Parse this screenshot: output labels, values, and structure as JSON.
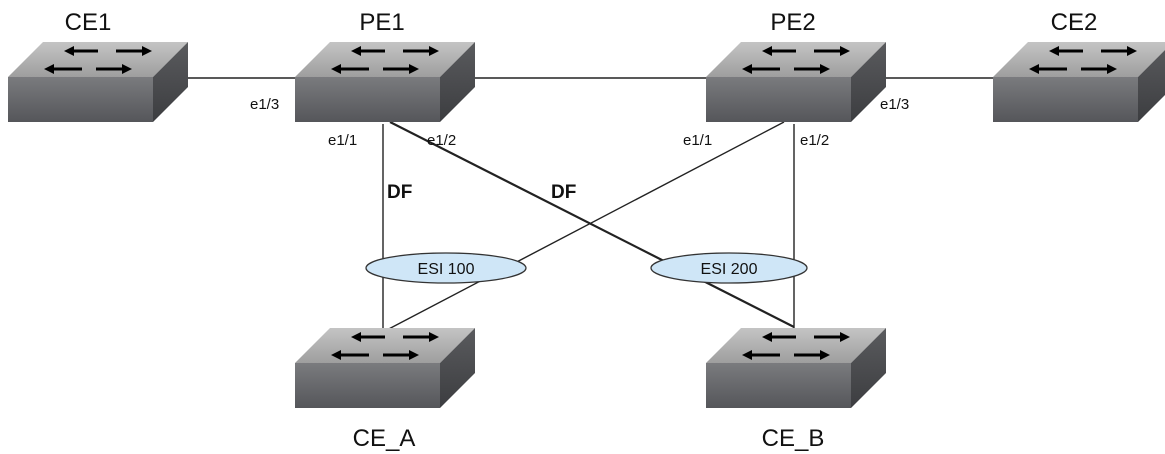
{
  "devices": {
    "ce1": {
      "name": "CE1"
    },
    "pe1": {
      "name": "PE1"
    },
    "pe2": {
      "name": "PE2"
    },
    "ce2": {
      "name": "CE2"
    },
    "ce_a": {
      "name": "CE_A"
    },
    "ce_b": {
      "name": "CE_B"
    }
  },
  "ports": {
    "pe1_e1_3": "e1/3",
    "pe1_e1_1": "e1/1",
    "pe1_e1_2": "e1/2",
    "pe2_e1_1": "e1/1",
    "pe2_e1_2": "e1/2",
    "pe2_e1_3": "e1/3"
  },
  "roles": {
    "df_pe1_e1_1": "DF",
    "df_pe1_e1_2": "DF"
  },
  "segments": {
    "esi_100": "ESI 100",
    "esi_200": "ESI 200"
  },
  "colors": {
    "switch_top": "#b3b3b3",
    "switch_front": "#6d6e71",
    "switch_side": "#4a4b4d",
    "esi_fill": "#cfe6f7"
  }
}
